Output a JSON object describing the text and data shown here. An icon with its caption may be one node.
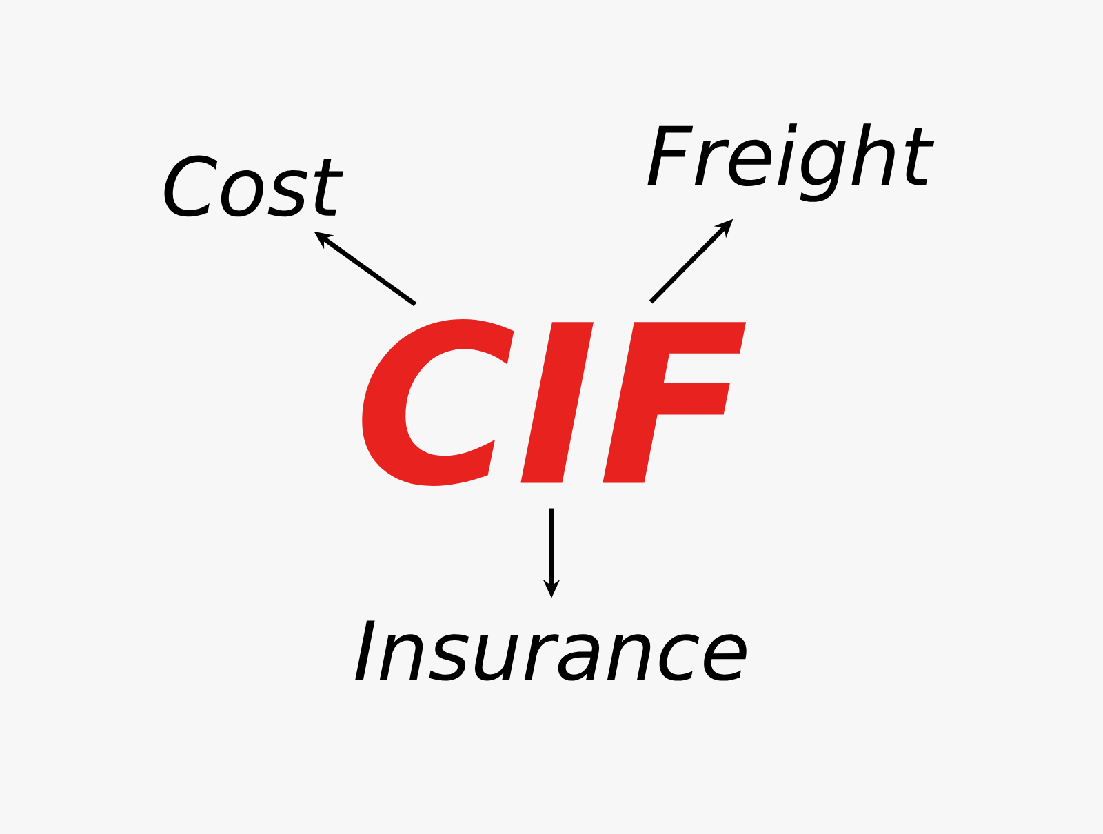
{
  "diagram": {
    "nodes": [
      {
        "text": [
          "CIF"
        ]
      },
      {
        "text": [
          "Cost"
        ]
      },
      {
        "text": [
          "Freight"
        ]
      },
      {
        "text": [
          "Insurance"
        ]
      }
    ],
    "edges": [
      {
        "from": 0,
        "to": 1,
        "arrow": "to"
      },
      {
        "from": 0,
        "to": 2,
        "arrow": "to"
      },
      {
        "from": 0,
        "to": 3,
        "arrow": "to"
      }
    ]
  }
}
